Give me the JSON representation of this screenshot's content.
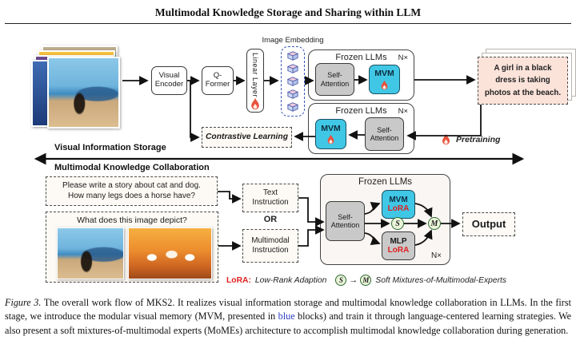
{
  "header": {
    "title": "Multimodal Knowledge Storage and Sharing within LLM"
  },
  "storage": {
    "section_label": "Visual Information Storage",
    "image_embedding_label": "Image Embedding",
    "visual_encoder_l1": "Visual",
    "visual_encoder_l2": "Encoder",
    "q_former_l1": "Q-",
    "q_former_l2": "Former",
    "linear_layer": "Linear Layer",
    "frozen_top": {
      "title": "Frozen LLMs",
      "repeat": "N×",
      "sa_l1": "Self-",
      "sa_l2": "Attention",
      "mvm": "MVM"
    },
    "frozen_bottom": {
      "title": "Frozen LLMs",
      "repeat": "N×",
      "sa_l1": "Self-",
      "sa_l2": "Attention",
      "mvm": "MVM"
    },
    "caption_card_l1": "A girl in a black",
    "caption_card_l2": "dress is taking",
    "caption_card_l3": "photos at the beach.",
    "contrastive_learning": "Contrastive Learning",
    "pretraining": "Pretraining"
  },
  "collab": {
    "section_label": "Multimodal Knowledge Collaboration",
    "text_query_l1": "Please write a story about cat and dog.",
    "text_query_l2": "How many legs does a horse have?",
    "image_query": "What does this image depict?",
    "text_instruction_l1": "Text",
    "text_instruction_l2": "Instruction",
    "or_label": "OR",
    "mm_instruction_l1": "Multimodal",
    "mm_instruction_l2": "Instruction",
    "frozen": {
      "title": "Frozen LLMs",
      "repeat": "N×",
      "sa_l1": "Self-",
      "sa_l2": "Attention",
      "mvm": "MVM",
      "mvm_adapter": "LoRA",
      "mlp": "MLP",
      "mlp_adapter": "LoRA",
      "s_node": "S",
      "m_node": "M"
    },
    "output": "Output"
  },
  "legend": {
    "lora_term": "LoRA:",
    "lora_def": "Low-Rank Adaption",
    "s_node": "S",
    "arrow": "→",
    "m_node": "M",
    "moe_def": "Soft Mixtures-of-Multimodal-Experts"
  },
  "caption": {
    "figure_label": "Figure 3.",
    "part1": " The overall work flow of MKS2.  It realizes visual information storage and multimodal knowledge collaboration in LLMs. In the first stage, we introduce the modular visual memory (MVM, presented in ",
    "blue_word": "blue",
    "part2": " blocks) and train it through language-centered learning strategies. We also present a soft mixtures-of-multimodal experts (MoMEs) architecture to accomplish multimodal knowledge collaboration during generation."
  },
  "colors": {
    "mvm_blue": "#41c7e6",
    "lora_red": "#e01f1f",
    "caption_blue": "#2b3cc4",
    "flame_orange": "#e8523c",
    "card_pink": "#fbe3da",
    "token_border_blue": "#3a5ab8"
  }
}
